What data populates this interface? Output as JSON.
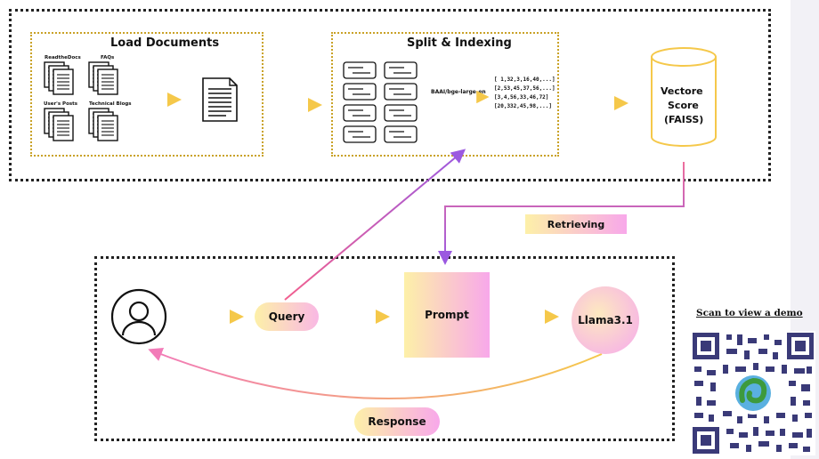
{
  "load_documents": {
    "title": "Load Documents",
    "sources": [
      "ReadtheDocs",
      "FAQs",
      "User's Posts",
      "Technical Blogs"
    ]
  },
  "split_indexing": {
    "title": "Split & Indexing",
    "embedding_model": "BAAI/bge-large-en",
    "vectors": [
      "[ 1,32,3,16,40,...]",
      "[2,53,45,37,56,...]",
      "[3,4,56,33,46,72]",
      "[20,332,45,98,...]"
    ]
  },
  "vector_store": {
    "line1": "Vectore",
    "line2": "Score",
    "line3": "(FAISS)"
  },
  "retrieving_label": "Retrieving",
  "query_label": "Query",
  "prompt_label": "Prompt",
  "llm_label": "Llama3.1",
  "response_label": "Response",
  "qr_title": "Scan to view a demo",
  "colors": {
    "gold": "#e8b447",
    "pink": "#f27bb8",
    "purple": "#9b59e0",
    "dotted_gold": "#c9a227"
  },
  "icons": [
    "document-stack-icon",
    "document-icon",
    "text-chunk-icon",
    "database-cylinder-icon",
    "user-avatar-icon",
    "qr-code-icon"
  ]
}
